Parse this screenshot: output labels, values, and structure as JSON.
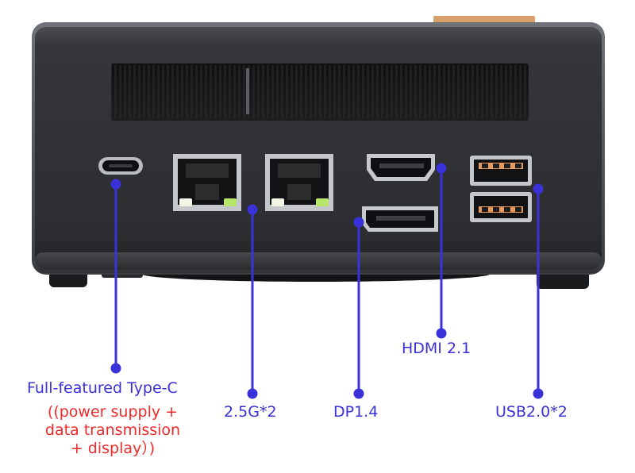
{
  "colors": {
    "callout": "#3a32d8",
    "note": "#ee2a2a",
    "chassis": "#2f3134",
    "panel": "#3a3c3f"
  },
  "ports": [
    {
      "id": "typec",
      "label": "Full-featured Type-C",
      "icon": "usb-c-port-icon"
    },
    {
      "id": "lan",
      "label": "2.5G*2",
      "icon": "ethernet-port-icon"
    },
    {
      "id": "dp",
      "label": "DP1.4",
      "icon": "displayport-icon"
    },
    {
      "id": "hdmi",
      "label": "HDMI 2.1",
      "icon": "hdmi-port-icon"
    },
    {
      "id": "usb",
      "label": "USB2.0*2",
      "icon": "usb-a-port-icon"
    }
  ],
  "typec_note": [
    "((power supply +",
    "data transmission",
    "+ display）)"
  ]
}
